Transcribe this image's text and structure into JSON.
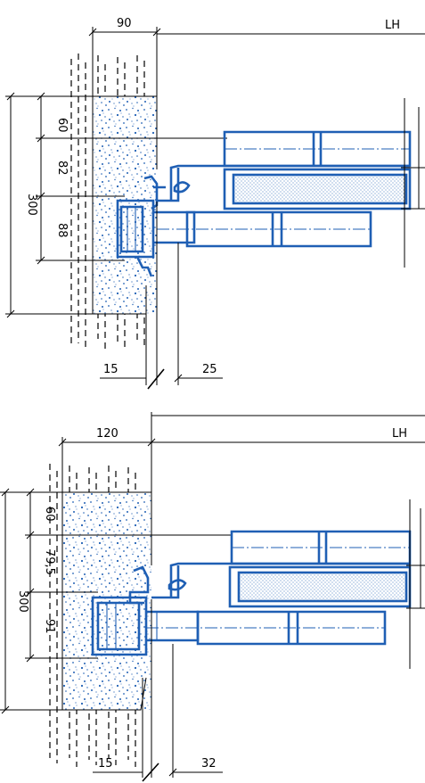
{
  "colors": {
    "profile": "#1f5fb4",
    "lines": "#000000",
    "background": "#ffffff"
  },
  "top": {
    "wall_thickness": "90",
    "opening": "LH",
    "dim_a": "60",
    "dim_b": "82",
    "dim_c": "88",
    "total": "300",
    "bottom_left": "15",
    "bottom_right": "25"
  },
  "bottom": {
    "wall_thickness": "120",
    "opening": "LH",
    "dim_a": "60",
    "dim_b": "79,5",
    "dim_c": "91",
    "total": "300",
    "bottom_left": "15",
    "bottom_right": "32"
  }
}
